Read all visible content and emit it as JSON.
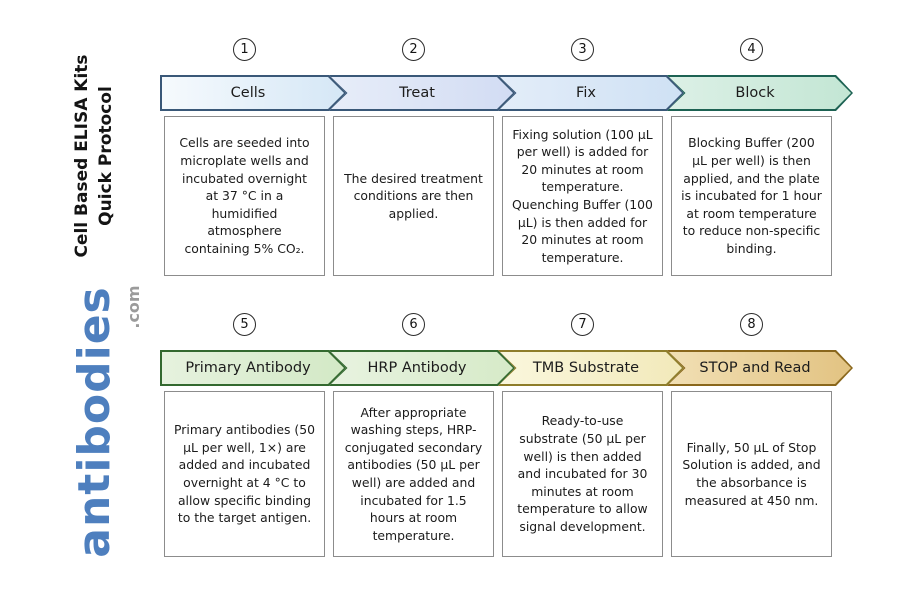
{
  "sidebar": {
    "title_line1": "Cell Based ELISA Kits",
    "title_line2": "Quick Protocol",
    "brand": "antibodies",
    "brand_suffix": ".com",
    "brand_color": "#4e7fbe"
  },
  "steps": [
    {
      "number": "1",
      "label": "Cells",
      "description": "Cells are seeded into microplate wells and incubated overnight at 37 °C in a humidified atmosphere containing 5% CO₂.",
      "border": "#3a5878",
      "fill_start": "#f6fafd",
      "fill_end": "#d5e7f6"
    },
    {
      "number": "2",
      "label": "Treat",
      "description": "The desired treatment conditions are then applied.",
      "border": "#3a5878",
      "fill_start": "#e7edf9",
      "fill_end": "#d2dcf3"
    },
    {
      "number": "3",
      "label": "Fix",
      "description": "Fixing solution (100 μL per well) is added for 20 minutes at room temperature. Quenching Buffer (100 μL) is then added for 20 minutes at room temperature.",
      "border": "#3a5878",
      "fill_start": "#e3edf9",
      "fill_end": "#cfe1f4"
    },
    {
      "number": "4",
      "label": "Block",
      "description": "Blocking Buffer (200 μL per well) is then applied, and the plate is incubated for 1 hour at room temperature to reduce non-specific binding.",
      "border": "#1d6253",
      "fill_start": "#dcf0e6",
      "fill_end": "#c3e6d4"
    },
    {
      "number": "5",
      "label": "Primary Antibody",
      "description": "Primary antibodies (50 μL per well, 1×) are added and incubated overnight at 4 °C to allow specific binding to the target antigen.",
      "border": "#33692f",
      "fill_start": "#e6f2de",
      "fill_end": "#d3e9c6"
    },
    {
      "number": "6",
      "label": "HRP Antibody",
      "description": "After appropriate washing steps, HRP-conjugated secondary antibodies (50 μL per well) are added and incubated for 1.5 hours at room temperature.",
      "border": "#33692f",
      "fill_start": "#e8f3e0",
      "fill_end": "#d6eac8"
    },
    {
      "number": "7",
      "label": "TMB Substrate",
      "description": "Ready-to-use substrate (50 μL per well) is then added and incubated for 30 minutes at room temperature to allow signal development.",
      "border": "#8e7d2a",
      "fill_start": "#faf7dd",
      "fill_end": "#f2e9ba"
    },
    {
      "number": "8",
      "label": "STOP and Read",
      "description": "Finally, 50 μL of Stop Solution is added, and the absorbance is measured at 450 nm.",
      "border": "#8a671c",
      "fill_start": "#f1dfb4",
      "fill_end": "#e2c382"
    }
  ]
}
